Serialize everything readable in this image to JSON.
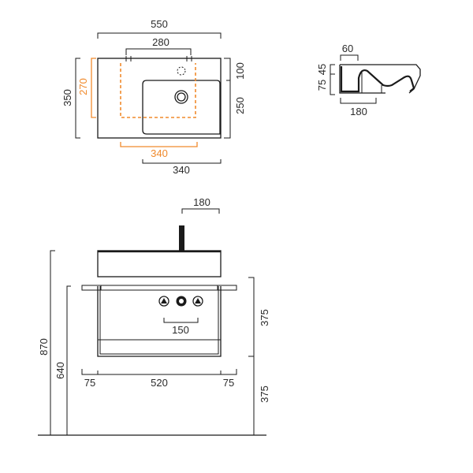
{
  "colors": {
    "line": "#1a1a1a",
    "accent": "#f08a2c",
    "text": "#2a2a2a"
  },
  "top_view": {
    "width": "550",
    "inner_width": "280",
    "depth": "350",
    "inner_depth": "270",
    "offset_top": "100",
    "bowl_depth": "250",
    "cabinet_width": "340",
    "bowl_width": "340"
  },
  "side_view": {
    "rim": "60",
    "top_height": "45",
    "bottom_height": "75",
    "base_width": "180"
  },
  "front_view": {
    "tap_offset": "180",
    "total_height": "870",
    "cabinet_height": "640",
    "upper_height": "375",
    "lower_height": "375",
    "valve_spacing": "150",
    "left_margin": "75",
    "frame_width": "520",
    "right_margin": "75"
  }
}
